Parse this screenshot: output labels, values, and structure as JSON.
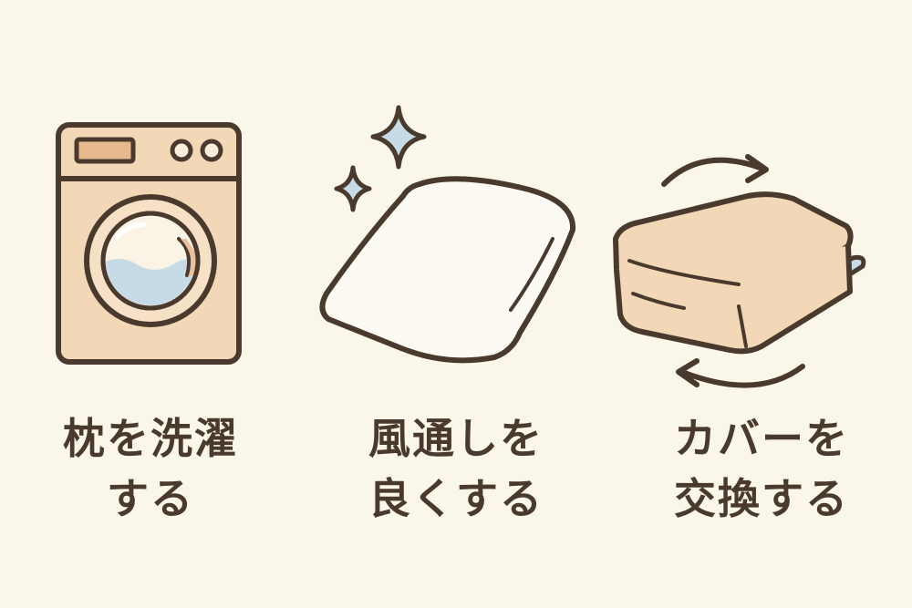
{
  "colors": {
    "background": "#fbf6ea",
    "outline": "#4a3a2e",
    "beige": "#f3d8b8",
    "water": "#c6dbe6",
    "sparkle": "#c6dbe6",
    "pillow": "#fdfaf3"
  },
  "panels": [
    {
      "icon": "washing-machine-icon",
      "caption_line1": "枕を洗濯",
      "caption_line2": "する"
    },
    {
      "icon": "pillow-with-sparkles-icon",
      "caption_line1": "風通しを",
      "caption_line2": "良くする"
    },
    {
      "icon": "pillow-cover-swap-icon",
      "caption_line1": "カバーを",
      "caption_line2": "交換する"
    }
  ]
}
